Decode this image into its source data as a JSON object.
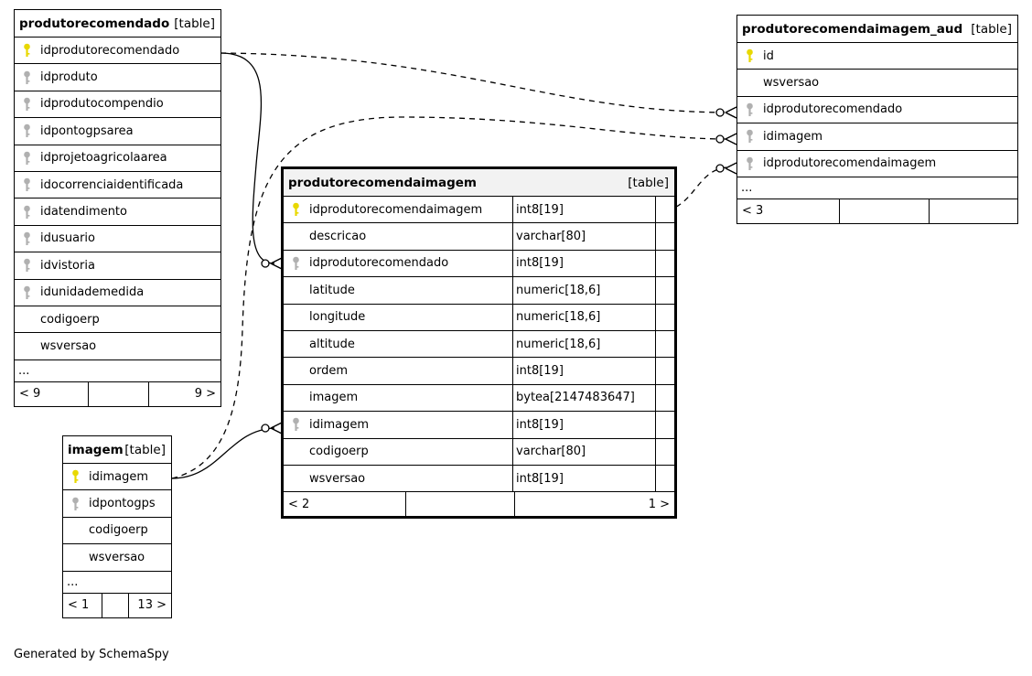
{
  "tables": {
    "produtorecomendado": {
      "name": "produtorecomendado",
      "type": "[table]",
      "columns": [
        {
          "name": "idprodutorecomendado",
          "key": "primary"
        },
        {
          "name": "idproduto",
          "key": "foreign"
        },
        {
          "name": "idprodutocompendio",
          "key": "foreign"
        },
        {
          "name": "idpontogpsarea",
          "key": "foreign"
        },
        {
          "name": "idprojetoagricolaarea",
          "key": "foreign"
        },
        {
          "name": "idocorrenciaidentificada",
          "key": "foreign"
        },
        {
          "name": "idatendimento",
          "key": "foreign"
        },
        {
          "name": "idusuario",
          "key": "foreign"
        },
        {
          "name": "idvistoria",
          "key": "foreign"
        },
        {
          "name": "idunidademedida",
          "key": "foreign"
        },
        {
          "name": "codigoerp",
          "key": ""
        },
        {
          "name": "wsversao",
          "key": ""
        }
      ],
      "more": "...",
      "footer": {
        "left": "< 9",
        "middle": "",
        "right": "9 >"
      }
    },
    "imagem": {
      "name": "imagem",
      "type": "[table]",
      "columns": [
        {
          "name": "idimagem",
          "key": "primary"
        },
        {
          "name": "idpontogps",
          "key": "foreign"
        },
        {
          "name": "codigoerp",
          "key": ""
        },
        {
          "name": "wsversao",
          "key": ""
        }
      ],
      "more": "...",
      "footer": {
        "left": "< 1",
        "middle": "",
        "right": "13 >"
      }
    },
    "produtorecomendaimagem": {
      "name": "produtorecomendaimagem",
      "type": "[table]",
      "columns": [
        {
          "name": "idprodutorecomendaimagem",
          "type": "int8[19]",
          "key": "primary"
        },
        {
          "name": "descricao",
          "type": "varchar[80]",
          "key": ""
        },
        {
          "name": "idprodutorecomendado",
          "type": "int8[19]",
          "key": "foreign"
        },
        {
          "name": "latitude",
          "type": "numeric[18,6]",
          "key": ""
        },
        {
          "name": "longitude",
          "type": "numeric[18,6]",
          "key": ""
        },
        {
          "name": "altitude",
          "type": "numeric[18,6]",
          "key": ""
        },
        {
          "name": "ordem",
          "type": "int8[19]",
          "key": ""
        },
        {
          "name": "imagem",
          "type": "bytea[2147483647]",
          "key": ""
        },
        {
          "name": "idimagem",
          "type": "int8[19]",
          "key": "foreign"
        },
        {
          "name": "codigoerp",
          "type": "varchar[80]",
          "key": ""
        },
        {
          "name": "wsversao",
          "type": "int8[19]",
          "key": ""
        }
      ],
      "footer": {
        "left": "< 2",
        "middle": "",
        "right": "1 >"
      }
    },
    "produtorecomendaimagem_aud": {
      "name": "produtorecomendaimagem_aud",
      "type": "[table]",
      "columns": [
        {
          "name": "id",
          "key": "primary"
        },
        {
          "name": "wsversao",
          "key": ""
        },
        {
          "name": "idprodutorecomendado",
          "key": "foreign"
        },
        {
          "name": "idimagem",
          "key": "foreign"
        },
        {
          "name": "idprodutorecomendaimagem",
          "key": "foreign"
        }
      ],
      "more": "...",
      "footer": {
        "left": "< 3",
        "middle": "",
        "right": ""
      }
    }
  },
  "credit": "Generated by SchemaSpy",
  "colors": {
    "primary_key": "#e8d800",
    "foreign_key": "#b0b0b0",
    "line": "#000000"
  }
}
